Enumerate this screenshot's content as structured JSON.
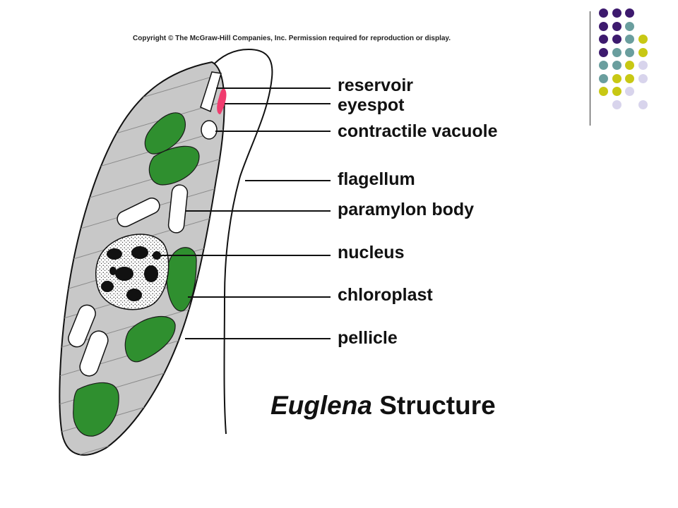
{
  "copyright": "Copyright © The McGraw-Hill Companies, Inc. Permission required for reproduction or display.",
  "labels": {
    "reservoir": "reservoir",
    "eyespot": "eyespot",
    "contractile_vacuole": "contractile vacuole",
    "flagellum": "flagellum",
    "paramylon_body": "paramylon body",
    "nucleus": "nucleus",
    "chloroplast": "chloroplast",
    "pellicle": "pellicle"
  },
  "title": {
    "genus": "Euglena",
    "rest": " Structure"
  },
  "colors": {
    "cell_body": "#c8c8c8",
    "chloroplast": "#2f8f2f",
    "eyespot": "#f03c6e",
    "dot_purple": "#3d1a6e",
    "dot_teal": "#6a9e9e",
    "dot_yellow": "#c8c814",
    "dot_lavender": "#d8d4ec"
  },
  "decor_dots": [
    [
      "dot_purple",
      "dot_purple",
      "dot_purple",
      ""
    ],
    [
      "dot_purple",
      "dot_purple",
      "dot_teal",
      ""
    ],
    [
      "dot_purple",
      "dot_purple",
      "dot_teal",
      "dot_yellow"
    ],
    [
      "dot_purple",
      "dot_teal",
      "dot_teal",
      "dot_yellow"
    ],
    [
      "dot_teal",
      "dot_teal",
      "dot_yellow",
      "dot_lavender"
    ],
    [
      "dot_teal",
      "dot_yellow",
      "dot_yellow",
      "dot_lavender"
    ],
    [
      "dot_yellow",
      "dot_yellow",
      "dot_lavender",
      ""
    ],
    [
      "",
      "dot_lavender",
      "",
      "dot_lavender"
    ]
  ]
}
